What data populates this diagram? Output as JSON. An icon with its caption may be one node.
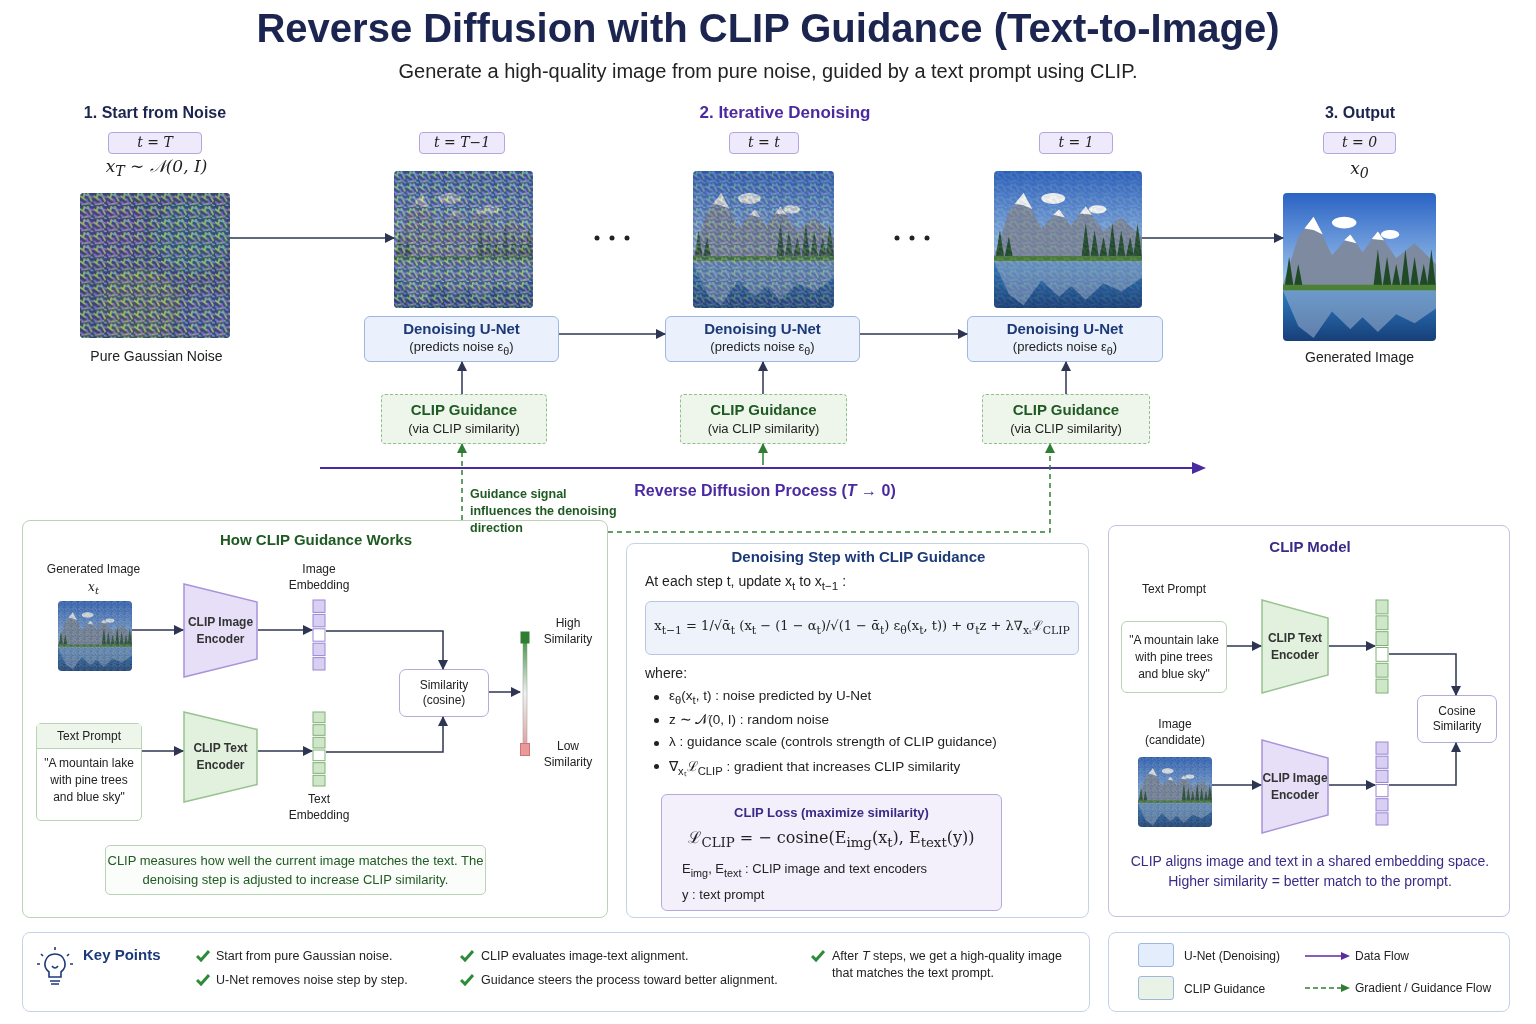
{
  "diagram": {
    "title": "Reverse Diffusion with CLIP Guidance (Text-to-Image)",
    "nodes": [
      {
        "text": [],
        "shape": "picture",
        "beside": [
          "t = T",
          "x$_{T}$ ∼ 𝒩(0, I)",
          "Pure Gaussian Noise"
        ]
      },
      {
        "text": [],
        "shape": "picture",
        "beside": [
          "t = T−1"
        ]
      },
      {
        "text": [],
        "shape": "picture",
        "beside": [
          "t = t"
        ]
      },
      {
        "text": [],
        "shape": "picture",
        "beside": [
          "t = 1"
        ]
      },
      {
        "text": [],
        "shape": "picture",
        "beside": [
          "t = 0",
          "x$_{0}$",
          "Generated Image"
        ]
      },
      {
        "text": [
          "Denoising U-Net",
          "(predicts noise ε$_{θ}$)"
        ]
      },
      {
        "text": [
          "Denoising U-Net",
          "(predicts noise ε$_{θ}$)"
        ]
      },
      {
        "text": [
          "Denoising U-Net",
          "(predicts noise ε$_{θ}$)"
        ]
      },
      {
        "text": [
          "CLIP Guidance",
          "(via CLIP similarity)"
        ]
      },
      {
        "text": [
          "CLIP Guidance",
          "(via CLIP similarity)"
        ]
      },
      {
        "text": [
          "CLIP Guidance",
          "(via CLIP similarity)"
        ]
      },
      {
        "text": [
          "How CLIP Guidance Works"
        ]
      },
      {
        "text": [],
        "shape": "picture",
        "in": 11,
        "beside": [
          "Generated Image",
          "x$_{t}$"
        ]
      },
      {
        "text": [
          "CLIP Image Encoder"
        ],
        "in": 11
      },
      {
        "text": [],
        "shape": "bar",
        "in": 11,
        "beside": [
          "Image Embedding"
        ]
      },
      {
        "text": [
          "Text Prompt",
          "\"A mountain lake with pine trees and blue sky\""
        ],
        "in": 11
      },
      {
        "text": [
          "CLIP Text Encoder"
        ],
        "in": 11
      },
      {
        "text": [],
        "shape": "bar",
        "in": 11,
        "beside": [
          "Text Embedding"
        ]
      },
      {
        "text": [
          "Similarity (cosine)"
        ],
        "in": 11
      },
      {
        "text": [],
        "shape": "bar",
        "in": 11,
        "beside": [
          "High Similarity",
          "Low Similarity"
        ]
      },
      {
        "text": [
          "CLIP measures how well the current image matches the text. The denoising step is adjusted to increase CLIP similarity."
        ],
        "in": 11
      },
      {
        "text": [
          "Denoising Step with CLIP Guidance",
          "At each step t, update x$_{t}$ to x$_{t−1}$ :",
          "where:",
          "ε$_{θ}$(x$_{t}$, t) : noise predicted by U-Net",
          "z ∼ 𝒩(0, I) : random noise",
          "λ : guidance scale (controls strength of CLIP guidance)",
          "∇$_{xₜ}$ℒ$_{CLIP}$ : gradient that increases CLIP similarity"
        ]
      },
      {
        "text": [
          "x$_{t−1}$ = 1/√ᾱ$_{t}$ (x$_{t}$ − (1 − α$_{t}$)/√(1 − ᾱ$_{t}$) ε$_{θ}$(x$_{t}$, t)) + σ$_{t}$z + λ∇$_{xₜ}$ℒ$_{CLIP}$"
        ],
        "in": 21
      },
      {
        "text": [
          "CLIP Loss (maximize similarity)",
          "ℒ$_{CLIP}$ = − cosine(E$_{img}$(x$_{t}$), E$_{text}$(y))",
          "E$_{img}$, E$_{text}$ : CLIP image and text encoders",
          "y : text prompt"
        ],
        "in": 21
      },
      {
        "text": [
          "CLIP Model",
          "CLIP aligns image and text in a shared embedding space. Higher similarity = better match to the prompt."
        ]
      },
      {
        "text": [
          "\"A mountain lake with pine trees and blue sky\""
        ],
        "in": 24,
        "beside": [
          "Text Prompt"
        ]
      },
      {
        "text": [
          "CLIP Text Encoder"
        ],
        "in": 24
      },
      {
        "text": [],
        "shape": "bar",
        "in": 24
      },
      {
        "text": [],
        "shape": "picture",
        "in": 24,
        "beside": [
          "Image (candidate)"
        ]
      },
      {
        "text": [
          "CLIP Image Encoder"
        ],
        "in": 24
      },
      {
        "text": [],
        "shape": "bar",
        "in": 24
      },
      {
        "text": [
          "Cosine Similarity"
        ],
        "in": 24
      },
      {
        "text": [
          "Key Points",
          "Start from pure Gaussian noise.",
          "U-Net removes noise step by step.",
          "CLIP evaluates image-text alignment.",
          "Guidance steers the process toward better alignment.",
          "After *T* steps, we get a high-quality image that matches the text prompt."
        ]
      }
    ],
    "edges": [
      {
        "from": 0,
        "to": 1,
        "arrow": "to"
      },
      {
        "from": 5,
        "to": 6,
        "arrow": "to"
      },
      {
        "from": 6,
        "to": 7,
        "arrow": "to"
      },
      {
        "from": 3,
        "to": 4,
        "arrow": "to"
      },
      {
        "from": 8,
        "to": 5,
        "arrow": "to"
      },
      {
        "from": 9,
        "to": 6,
        "arrow": "to"
      },
      {
        "from": 10,
        "to": 7,
        "arrow": "to"
      },
      {
        "from": null,
        "to": 9,
        "arrow": "to",
        "color": "#2e7d32"
      },
      {
        "from": 11,
        "to": 8,
        "arrow": "to",
        "style": "dashed",
        "color": "#2e7d32",
        "label": "Guidance signal influences the denoising direction"
      },
      {
        "from": 11,
        "to": 10,
        "arrow": "to",
        "style": "dashed",
        "color": "#2e7d32"
      },
      {
        "from": 12,
        "to": 13,
        "arrow": "to"
      },
      {
        "from": 13,
        "to": 14,
        "arrow": "to"
      },
      {
        "from": 14,
        "to": 18,
        "arrow": "to"
      },
      {
        "from": 15,
        "to": 16,
        "arrow": "to"
      },
      {
        "from": 16,
        "to": 17,
        "arrow": "to"
      },
      {
        "from": 17,
        "to": 18,
        "arrow": "to"
      },
      {
        "from": 18,
        "to": 19,
        "arrow": "to"
      },
      {
        "from": 25,
        "to": 26,
        "arrow": "to"
      },
      {
        "from": 26,
        "to": 27,
        "arrow": "to"
      },
      {
        "from": 27,
        "to": 31,
        "arrow": "to"
      },
      {
        "from": 28,
        "to": 29,
        "arrow": "to"
      },
      {
        "from": 29,
        "to": 30,
        "arrow": "to"
      },
      {
        "from": 30,
        "to": 31,
        "arrow": "to"
      }
    ],
    "labels": [
      "Generate a high-quality image from pure noise, guided by a text prompt using CLIP.",
      "1. Start from Noise",
      "2. Iterative Denoising",
      "3. Output",
      "Reverse Diffusion Process (*T* → 0)"
    ],
    "legend": [
      {
        "text": "U-Net (Denoising)",
        "color": "#e3edfb"
      },
      {
        "text": "CLIP Guidance",
        "color": "#e8f3e5"
      },
      {
        "text": "Data Flow"
      },
      {
        "text": "Gradient / Guidance Flow"
      }
    ]
  }
}
